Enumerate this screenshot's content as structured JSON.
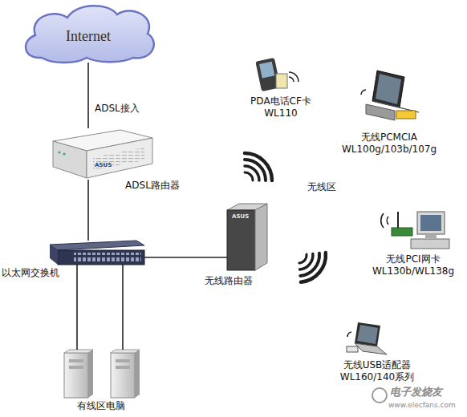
{
  "diagram": {
    "nodes": [
      {
        "text": [
          "Internet"
        ]
      },
      {
        "text": [
          "ADSL路由器"
        ]
      },
      {
        "text": [
          "以太网交换机"
        ]
      },
      {
        "text": [
          "无线路由器"
        ]
      },
      {
        "text": [
          "有线区电脑"
        ]
      },
      {
        "text": [
          "PDA电话CF卡",
          "WL110"
        ]
      },
      {
        "text": [
          "无线PCMCIA",
          "WL100g/103b/107g"
        ]
      },
      {
        "text": [
          "无线PCI网卡",
          "WL130b/WL138g"
        ]
      },
      {
        "text": [
          "无线USB适配器",
          "WL160/140系列"
        ]
      }
    ],
    "edges": [
      {
        "from": 0,
        "to": 1,
        "label": "ADSL接入",
        "arrow": "none"
      },
      {
        "from": 1,
        "to": 2,
        "arrow": "none"
      },
      {
        "from": 2,
        "to": 3,
        "arrow": "none"
      },
      {
        "from": 2,
        "to": 4,
        "arrow": "none"
      },
      {
        "from": 2,
        "to": 4,
        "arrow": "none"
      }
    ],
    "labels": [
      "无线区",
      "ASUS",
      "ASUS",
      "电子发烧友",
      "www.elecfans.com"
    ]
  }
}
